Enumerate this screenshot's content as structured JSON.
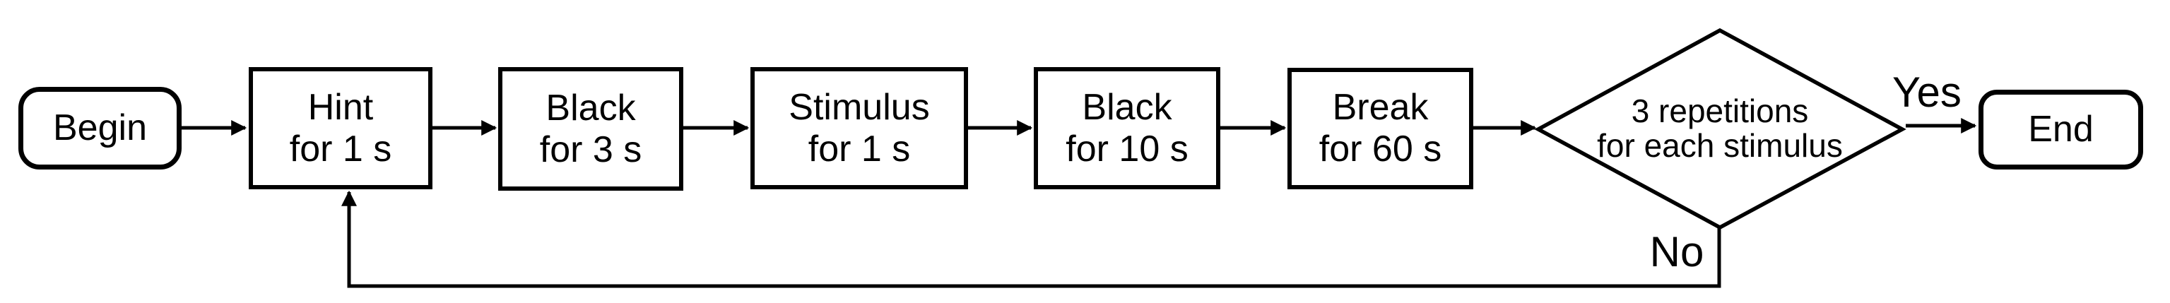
{
  "diagram": {
    "type": "flowchart",
    "background_color": "#ffffff",
    "stroke_color": "#000000",
    "text_color": "#000000",
    "nodes": [
      {
        "id": "begin",
        "shape": "terminator",
        "label": "Begin"
      },
      {
        "id": "hint",
        "shape": "process",
        "label": "Hint\nfor 1 s"
      },
      {
        "id": "black-3s",
        "shape": "process",
        "label": "Black\nfor 3 s"
      },
      {
        "id": "stimulus",
        "shape": "process",
        "label": "Stimulus\nfor 1 s"
      },
      {
        "id": "black-10s",
        "shape": "process",
        "label": "Black\nfor 10 s"
      },
      {
        "id": "break",
        "shape": "process",
        "label": "Break\nfor 60 s"
      },
      {
        "id": "decision",
        "shape": "decision",
        "label": "3 repetitions\nfor each stimulus"
      },
      {
        "id": "end",
        "shape": "terminator",
        "label": "End"
      }
    ],
    "edges": [
      {
        "from": "begin",
        "to": "hint",
        "label": ""
      },
      {
        "from": "hint",
        "to": "black-3s",
        "label": ""
      },
      {
        "from": "black-3s",
        "to": "stimulus",
        "label": ""
      },
      {
        "from": "stimulus",
        "to": "black-10s",
        "label": ""
      },
      {
        "from": "black-10s",
        "to": "break",
        "label": ""
      },
      {
        "from": "break",
        "to": "decision",
        "label": ""
      },
      {
        "from": "decision",
        "to": "end",
        "label": "Yes"
      },
      {
        "from": "decision",
        "to": "hint",
        "label": "No"
      }
    ]
  }
}
